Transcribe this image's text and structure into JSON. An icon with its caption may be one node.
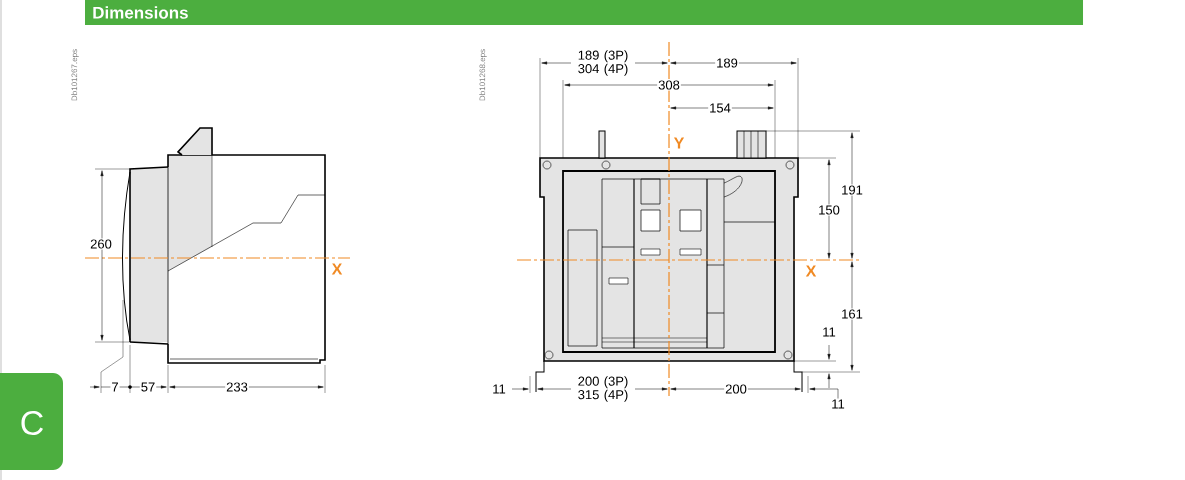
{
  "diagram": {
    "title": "Dimensions",
    "labels": [
      "Db101267.eps",
      "260",
      "X",
      "7",
      "57",
      "233",
      "Db101268.eps",
      "189 (3P) 304 (4P)",
      "189",
      "308",
      "154",
      "Y",
      "191",
      "150",
      "X",
      "161",
      "11",
      "11",
      "200 (3P) 315 (4P)",
      "200",
      "11",
      "C"
    ]
  }
}
